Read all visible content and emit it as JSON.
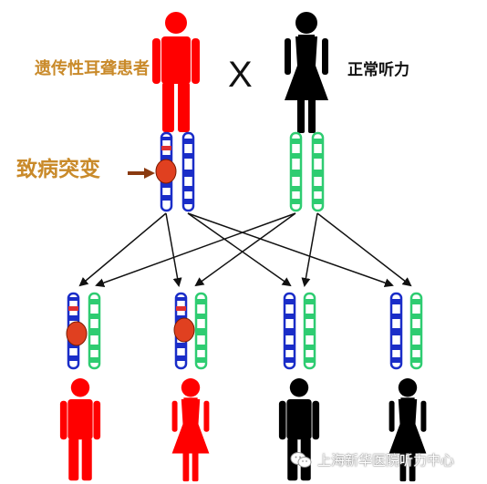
{
  "labels": {
    "affected_parent": "遗传性耳聋患者",
    "cross": "X",
    "normal_parent": "正常听力",
    "mutation": "致病突变"
  },
  "watermark": {
    "text": "上海新华医院听力中心",
    "icon": "wechat-icon"
  },
  "colors": {
    "affected": "#ff0000",
    "normal": "#000000",
    "chromosome_blue": "#1a2dc8",
    "chromosome_green": "#2ecc71",
    "mutation_spot": "#e04020",
    "label_orange": "#c98a2a"
  }
}
